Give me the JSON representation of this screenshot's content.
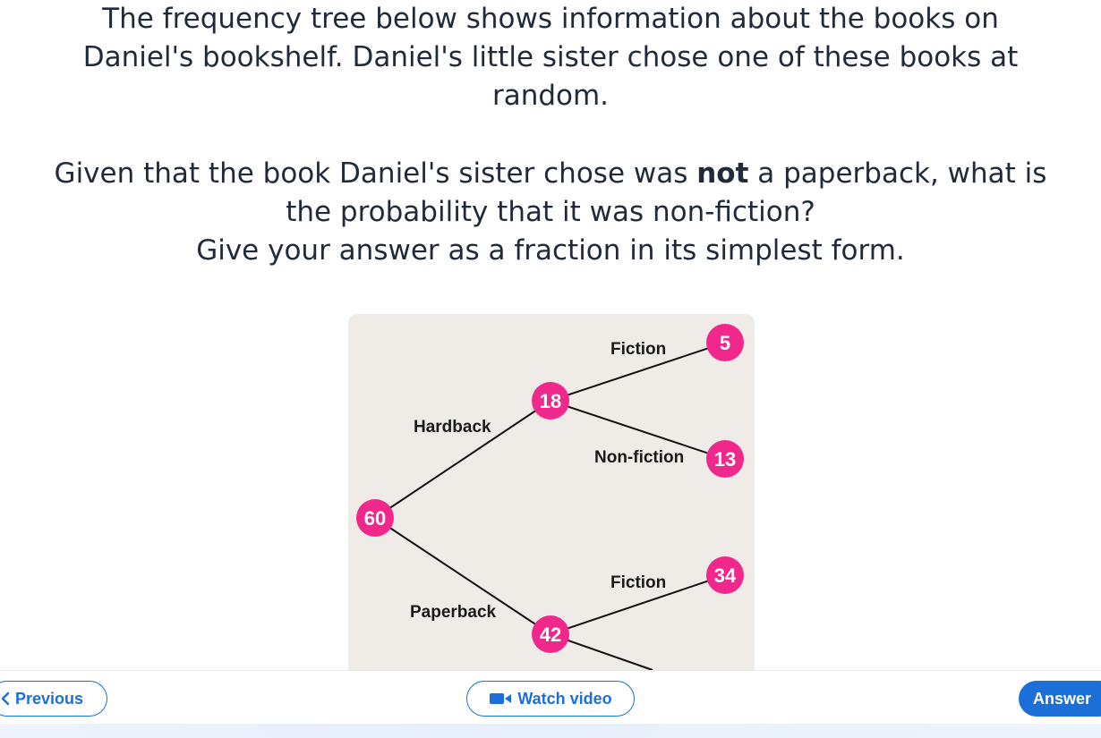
{
  "question": {
    "line1": "The frequency tree below shows information about the books on",
    "line2": "Daniel's bookshelf. Daniel's little sister chose one of these books at",
    "line3": "random.",
    "line4_before": "Given that the book Daniel's sister chose was ",
    "line4_bold": "not",
    "line4_after": " a paperback, what is",
    "line5": "the probability that it was non-fiction?",
    "line6": "Give your answer as a fraction in its simplest form."
  },
  "tree": {
    "root": "60",
    "hardback_label": "Hardback",
    "hardback_value": "18",
    "paperback_label": "Paperback",
    "paperback_value": "42",
    "hardback_fiction_label": "Fiction",
    "hardback_fiction_value": "5",
    "hardback_nonfiction_label": "Non-fiction",
    "hardback_nonfiction_value": "13",
    "paperback_fiction_label": "Fiction",
    "paperback_fiction_value": "34",
    "node_color": "#f0288c"
  },
  "footer": {
    "previous_label": "Previous",
    "video_label": "Watch video",
    "answer_label": "Answer"
  }
}
